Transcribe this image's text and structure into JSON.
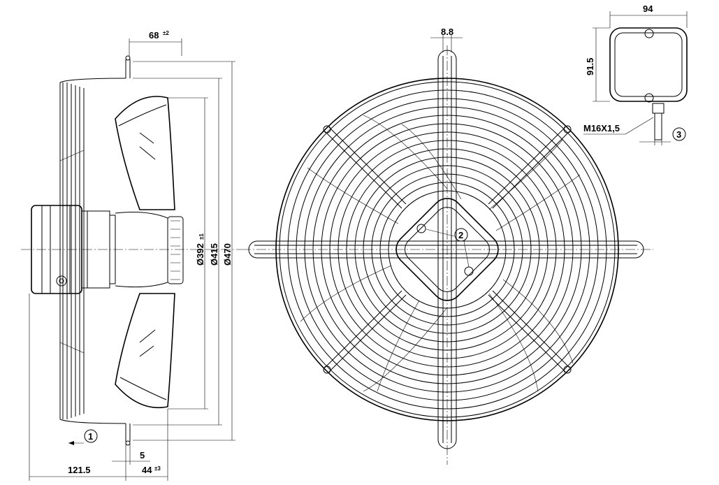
{
  "side_view": {
    "dim_top": "68",
    "dim_top_tol": "±2",
    "dia_1": "Ø392",
    "dia_1_tol": "±1",
    "dia_2": "Ø415",
    "dia_3": "Ø470",
    "dim_bottom_left": "121.5",
    "dim_bottom_mid": "5",
    "dim_bottom_right": "44",
    "dim_bottom_right_tol": "±3",
    "callout_1": "1"
  },
  "front_view": {
    "dim_top": "8.8",
    "callout_2": "2"
  },
  "terminal_box": {
    "width": "94",
    "height": "91.5",
    "thread": "M16X1,5",
    "callout_3": "3"
  }
}
